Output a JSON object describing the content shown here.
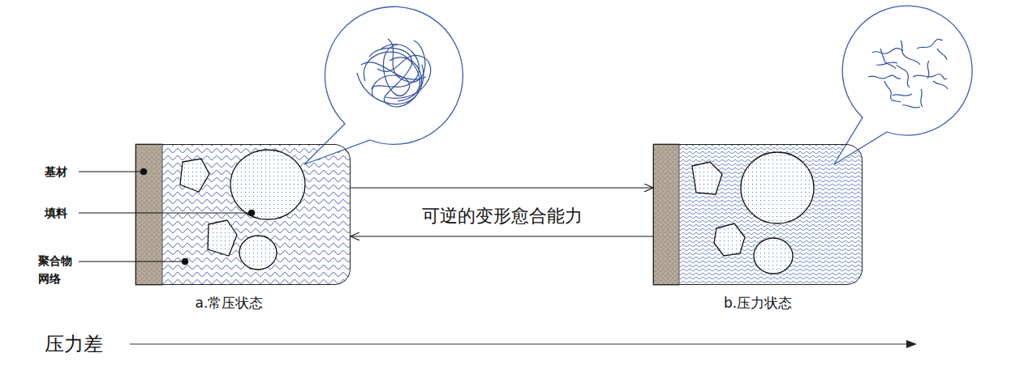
{
  "diagram": {
    "nodes": [
      {
        "text": [
          "a.常压状态"
        ]
      },
      {
        "text": [
          "b.压力状态"
        ]
      }
    ],
    "edges": [
      {
        "from": 0,
        "to": 1,
        "arrow": "to",
        "label": "可逆的变形愈合能力"
      },
      {
        "from": 1,
        "to": 0,
        "arrow": "to"
      }
    ],
    "labels": [
      "基材",
      "填料",
      "聚合物 网络",
      "压力差"
    ]
  }
}
